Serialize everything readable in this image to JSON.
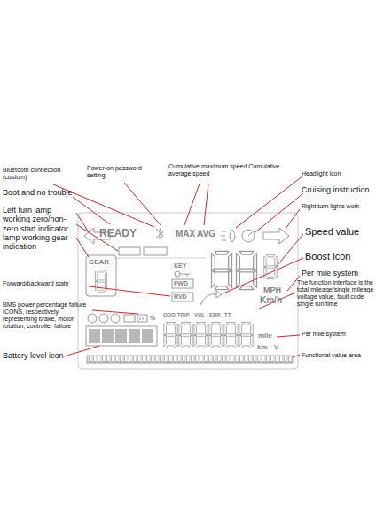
{
  "diagram": {
    "labels": [
      "Bluetooth connection (custom)",
      "Power-on password setting",
      "Cumulative maximum speed Cumulative average speed",
      "Headlight icon",
      "Boot and no trouble",
      "Cruising instruction",
      "Right turn lights work",
      "Left turn lamp working zero/non-zero start indicator lamp working gear indication",
      "Speed value",
      "Boost icon",
      "Per mile system",
      "The function interface is the total mileage/single mileage voltage value, fault code single run time",
      "Forward/backward state",
      "BMS power percentage failure ICONS, respectively representing brake, motor rotation, controller failure",
      "Per mile system",
      "Battery level icon",
      "Functional value area",
      "READY",
      "MAX",
      "AVG",
      "GEAR",
      "KEY",
      "FWD",
      "RVD",
      "MPH",
      "Km/h",
      "ODO",
      "TRIP",
      "VOL",
      "ERR",
      "TT",
      "mile",
      "km",
      "V",
      "%"
    ]
  }
}
